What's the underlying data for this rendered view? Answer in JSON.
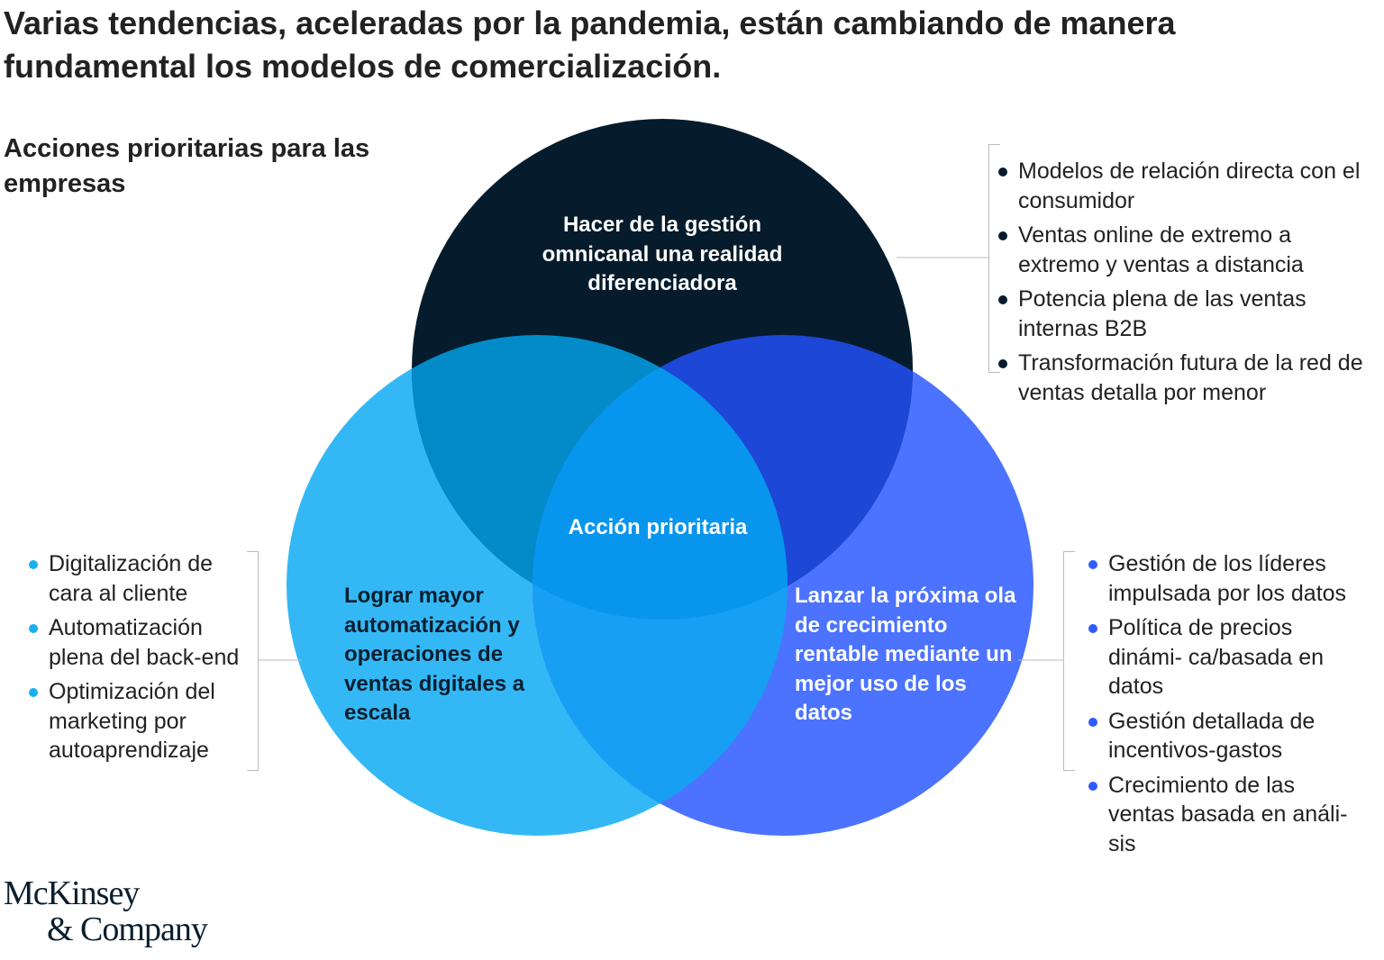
{
  "title": "Varias tendencias, aceleradas por la pandemia, están cambiando de manera fundamental los modelos de comercialización.",
  "subtitle": "Acciones prioritarias para las empresas",
  "colors": {
    "top": "#061c2c",
    "left": "#33b8f5",
    "right": "#4c73ff",
    "top_left": "#028bc8",
    "top_right": "#1d47d6",
    "left_right": "#179ff4",
    "center": "#0795ee"
  },
  "circles": {
    "top": "Hacer de la gestión omnicanal una realidad diferenciadora",
    "left": "Lograr mayor automatización y operaciones de ventas digitales a escala",
    "right": "Lanzar la próxima ola de crecimiento rentable mediante un mejor uso de los datos",
    "center": "Acción prioritaria"
  },
  "lists": {
    "top": [
      "Modelos de relación directa con el consumidor",
      "Ventas online de extremo a extremo y ventas a distancia",
      "Potencia plena de las ventas internas B2B",
      "Transformación futura de la red de ventas detalla por menor"
    ],
    "left": [
      "Digitalización de cara al cliente",
      "Automatización plena del back-end",
      "Optimización del marketing por autoaprendizaje"
    ],
    "right": [
      "Gestión de los líderes impulsada por los datos",
      "Política de precios dinámi- ca/basada en datos",
      "Gestión detallada de incentivos-gastos",
      "Crecimiento de las ventas basada en análi- sis"
    ]
  },
  "logo": {
    "line1": "McKinsey",
    "line2": "& Company"
  }
}
